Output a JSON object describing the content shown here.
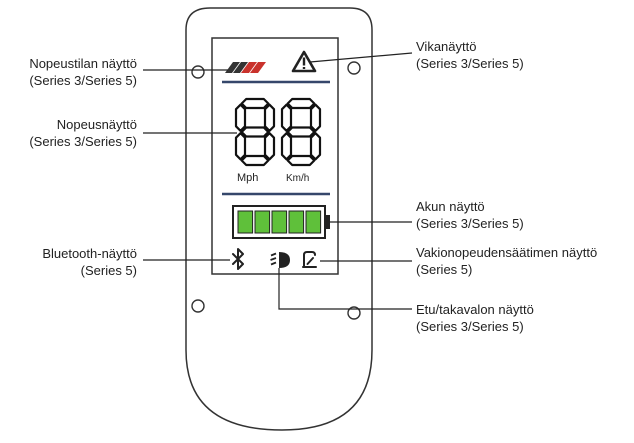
{
  "display": {
    "speed_digits": "88",
    "unit_mph": "Mph",
    "unit_kmh": "Km/h",
    "battery_level": 1.0
  },
  "labels": {
    "speed_mode": {
      "title": "Nopeustilan näyttö",
      "series": "(Series 3/Series 5)"
    },
    "speed": {
      "title": "Nopeusnäyttö",
      "series": "(Series 3/Series 5)"
    },
    "bluetooth": {
      "title": "Bluetooth-näyttö",
      "series": "(Series 5)"
    },
    "fault": {
      "title": "Vikanäyttö",
      "series": "(Series 3/Series 5)"
    },
    "battery": {
      "title": "Akun näyttö",
      "series": "(Series 3/Series 5)"
    },
    "cruise": {
      "title": "Vakionopeudensäätimen näyttö",
      "series": "(Series 5)"
    },
    "light": {
      "title": "Etu/takavalon näyttö",
      "series": "(Series 3/Series 5)"
    }
  },
  "colors": {
    "battery_fill": "#5fc03a",
    "speed_mode_red": "#c9322c",
    "outline": "#333333",
    "divider": "#35476b"
  },
  "icons": [
    "warning-icon",
    "bluetooth-icon",
    "headlight-icon",
    "cruise-control-icon"
  ]
}
